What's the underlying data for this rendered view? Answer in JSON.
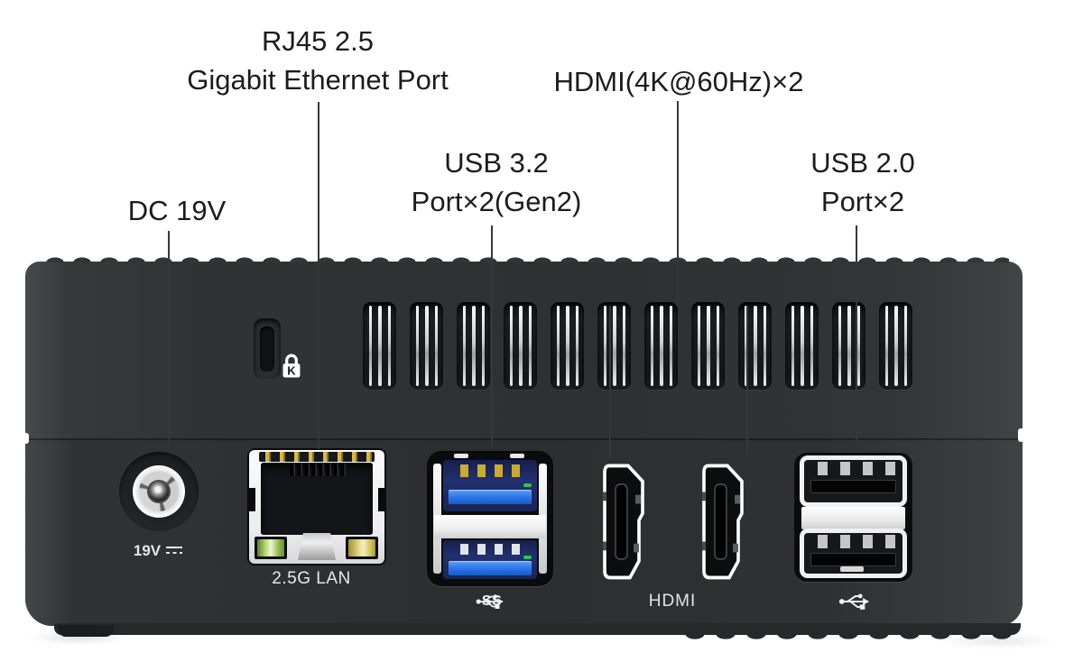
{
  "callouts": {
    "dc": {
      "label": "DC 19V"
    },
    "rj45": {
      "line1": "RJ45 2.5",
      "line2": "Gigabit Ethernet Port"
    },
    "usb32": {
      "line1": "USB 3.2",
      "line2": "Port×2(Gen2)"
    },
    "hdmi": {
      "label": "HDMI(4K@60Hz)×2"
    },
    "usb20": {
      "line1": "USB 2.0",
      "line2": "Port×2"
    }
  },
  "device": {
    "vent_count": 12,
    "labels": {
      "dc": "19V",
      "lan": "2.5G LAN",
      "hdmi": "HDMI",
      "usb32_ss": "SS",
      "lock_letter": "K"
    },
    "icons": {
      "lock": "kensington-lock-icon",
      "usb32": "ss-usb-icon",
      "usb20": "usb-icon",
      "dc": "dc-voltage-symbol-icon"
    }
  },
  "colors": {
    "background": "#ffffff",
    "chassis": "#313335",
    "callout_text": "#1c1c1c",
    "device_text": "#e8e8e8",
    "leader_line": "#373737",
    "usb3_blue": "#2573e8",
    "usb3_navy": "#223070",
    "led_green": "#b5d871",
    "led_yellow": "#e6da8e",
    "gold_pins": "#d8b64a"
  }
}
